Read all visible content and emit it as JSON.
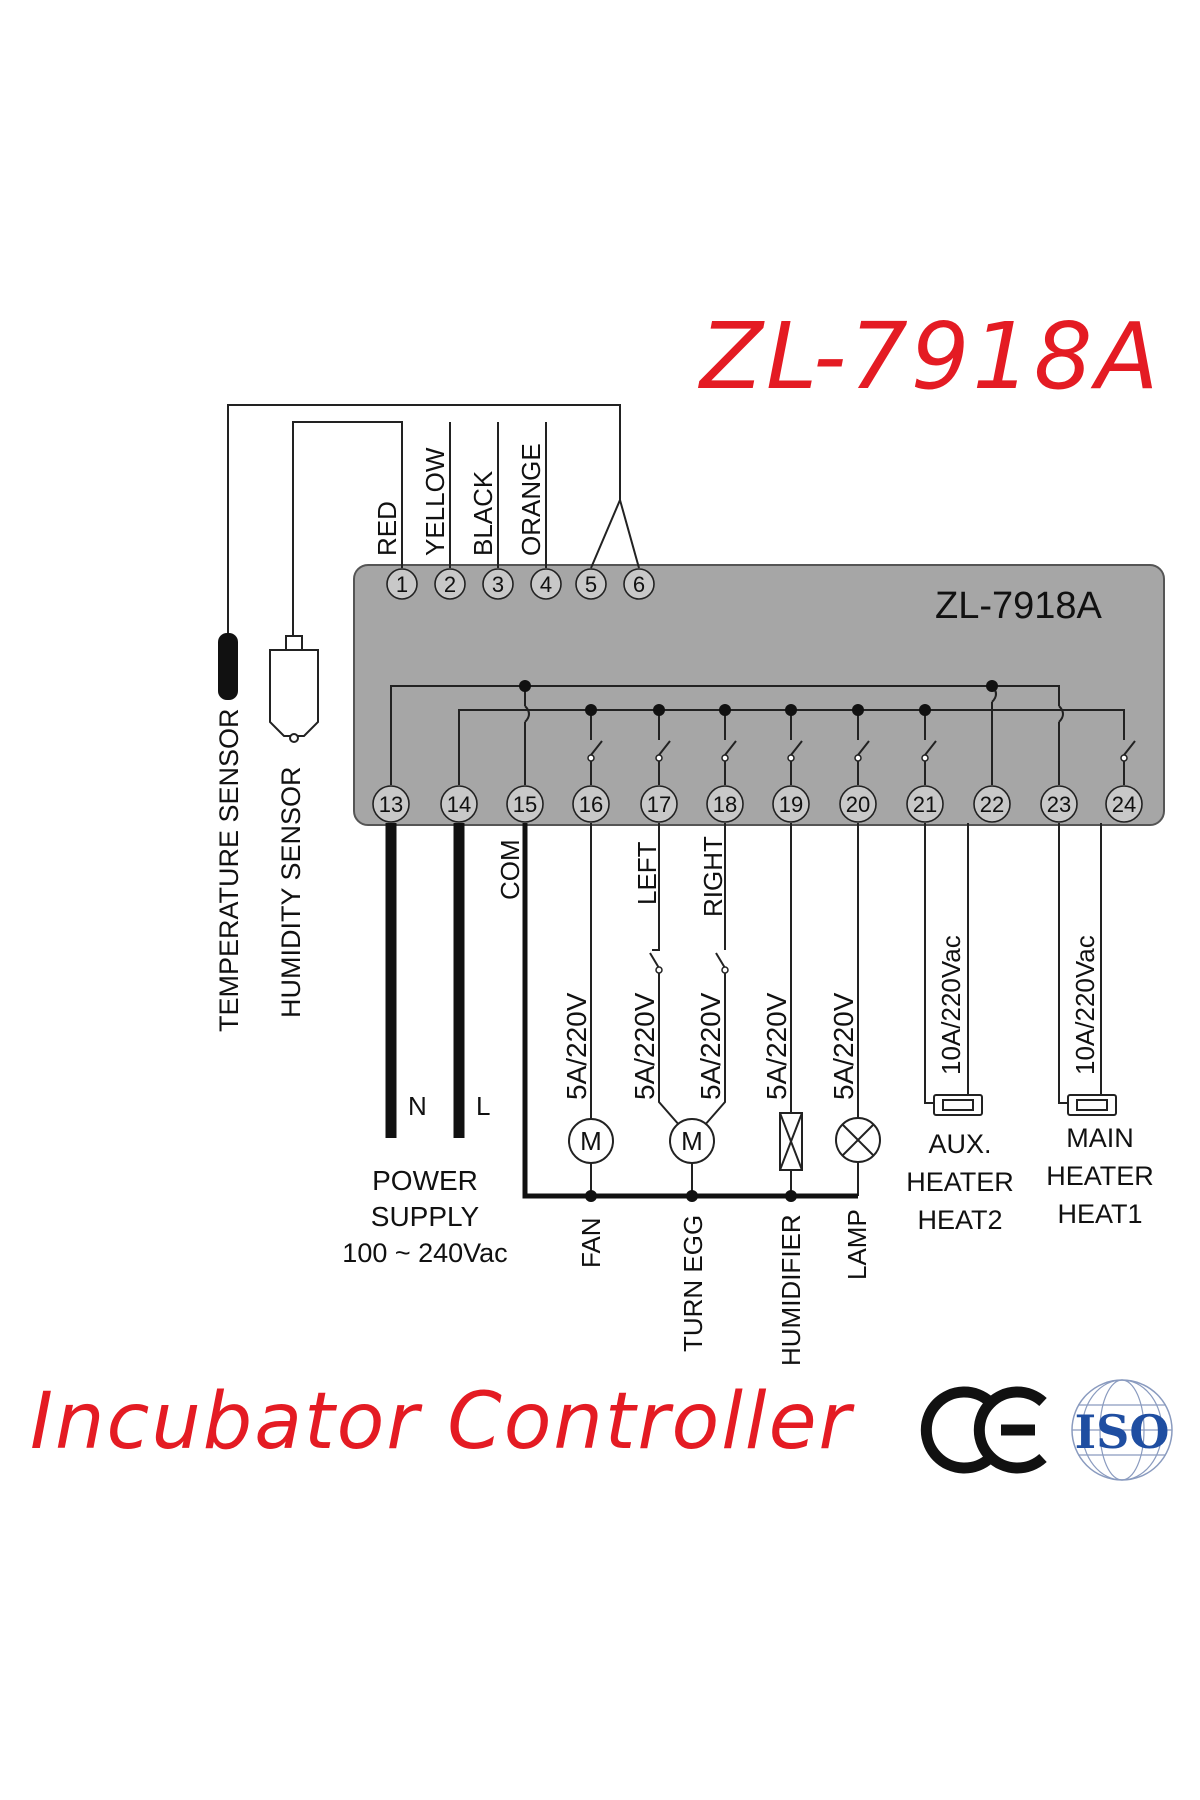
{
  "title": "ZL-7918A",
  "footer": "Incubator Controller",
  "controller_label": "ZL-7918A",
  "top_terminals": [
    "1",
    "2",
    "3",
    "4",
    "5",
    "6"
  ],
  "bottom_terminals": [
    "13",
    "14",
    "15",
    "16",
    "17",
    "18",
    "19",
    "20",
    "21",
    "22",
    "23",
    "24"
  ],
  "wire_colors": [
    "RED",
    "YELLOW",
    "BLACK",
    "ORANGE"
  ],
  "sensors": {
    "temperature": "TEMPERATURE SENSOR",
    "humidity": "HUMIDITY SENSOR"
  },
  "power": {
    "n": "N",
    "l": "L",
    "line1": "POWER",
    "line2": "SUPPLY",
    "line3": "100 ~ 240Vac"
  },
  "com": "COM",
  "turn_dirs": {
    "left": "LEFT",
    "right": "RIGHT"
  },
  "ratings": {
    "fan": "5A/220V",
    "left": "5A/220V",
    "right": "5A/220V",
    "humidifier": "5A/220V",
    "lamp": "5A/220V",
    "aux": "10A/220Vac",
    "main": "10A/220Vac"
  },
  "loads": {
    "fan": "FAN",
    "turn_egg": "TURN EGG",
    "humidifier": "HUMIDIFIER",
    "lamp": "LAMP"
  },
  "motor_symbol": "M",
  "heaters": {
    "aux": [
      "AUX.",
      "HEATER",
      "HEAT2"
    ],
    "main": [
      "MAIN",
      "HEATER",
      "HEAT1"
    ]
  },
  "logos": {
    "ce": "CE",
    "iso": "ISO"
  },
  "colors": {
    "red": "#e41b23",
    "panel": "#a6a6a6",
    "iso_blue": "#1f4ea1"
  }
}
